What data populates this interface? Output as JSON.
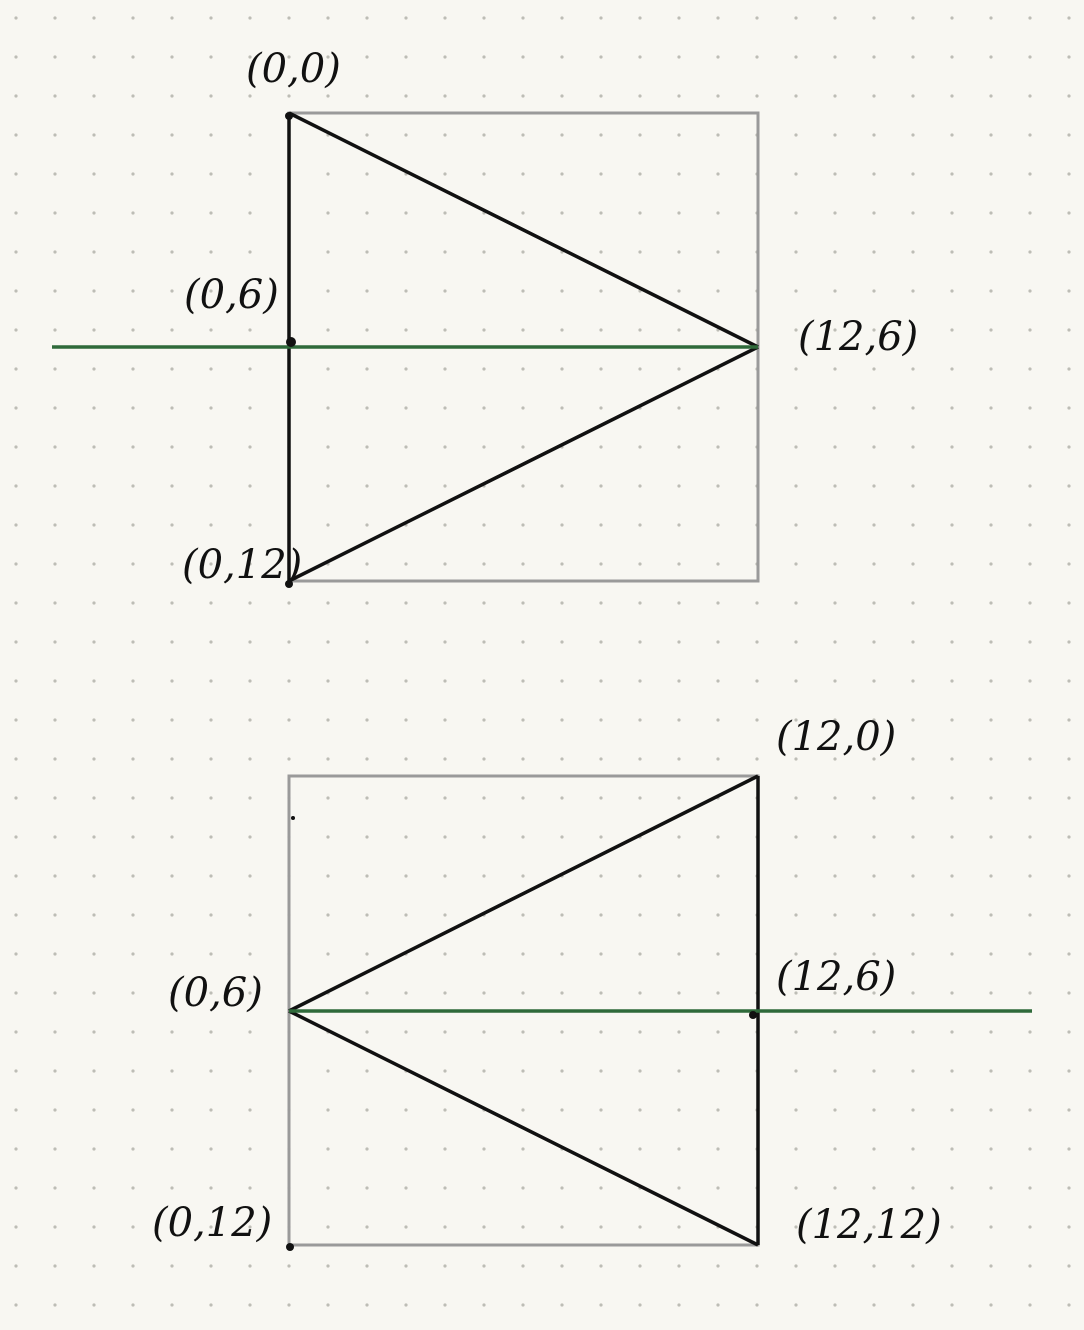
{
  "colors": {
    "background": "#f8f7f2",
    "dot_grid": "#bdbdb6",
    "square_outline": "#9a9a9a",
    "triangle": "#111111",
    "axis_line": "#2f6a3a"
  },
  "diagrams": [
    {
      "id": "top",
      "labels": {
        "top_left": "(0,0)",
        "mid_left": "(0,6)",
        "bottom_left": "(0,12)",
        "mid_right": "(12,6)"
      }
    },
    {
      "id": "bottom",
      "labels": {
        "top_right": "(12,0)",
        "mid_left": "(0,6)",
        "mid_right": "(12,6)",
        "bottom_left": "(0,12)",
        "bottom_right": "(12,12)"
      }
    }
  ]
}
